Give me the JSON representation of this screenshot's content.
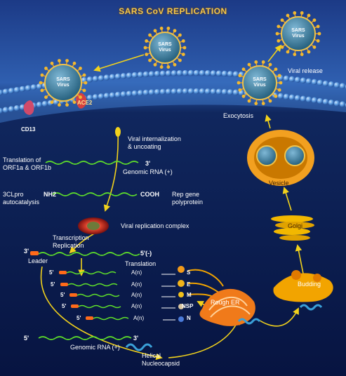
{
  "title": "SARS CoV REPLICATION",
  "virus": {
    "line1": "SARS",
    "line2": "Virus"
  },
  "receptors": {
    "ace2": "ACE2",
    "cd13": "CD13"
  },
  "labels": {
    "internalization": "Viral internalization\n& uncoating",
    "translation_orf": "Translation of\nORF1a & ORF1b",
    "genomic_rna_top": "Genomic RNA (+)",
    "three_prime": "3'",
    "threeclpro": "3CLpro\nautocatalysis",
    "nh2": "NH2",
    "cooh": "COOH",
    "rep_polyprotein": "Rep gene\npolyprotein",
    "replication_complex": "Viral replication complex",
    "transcription": "Transcription\nReplication",
    "leader": "Leader",
    "five_prime_minus": "5'(-)",
    "translation": "Translation",
    "genomic_rna_bottom": "Genomic RNA (+)",
    "helical": "Helical\nNucleocapsid",
    "rough_er": "Rough ER",
    "budding": "Budding",
    "golgi": "Golgi",
    "vesicle": "Vesicle",
    "exocytosis": "Exocytosis",
    "viral_release": "Viral release"
  },
  "subgenomic": {
    "five_prime": "5'",
    "poly_a": "A(n)",
    "proteins": [
      "S",
      "E",
      "M",
      "NSP",
      "N"
    ]
  },
  "colors": {
    "background": "#0b1b4a",
    "title": "#f5c84a",
    "rna_green": "#5fe02a",
    "arrow_yellow": "#f2d21c",
    "membrane_blue": "#5d9ce0",
    "golgi_orange": "#f2a400"
  }
}
